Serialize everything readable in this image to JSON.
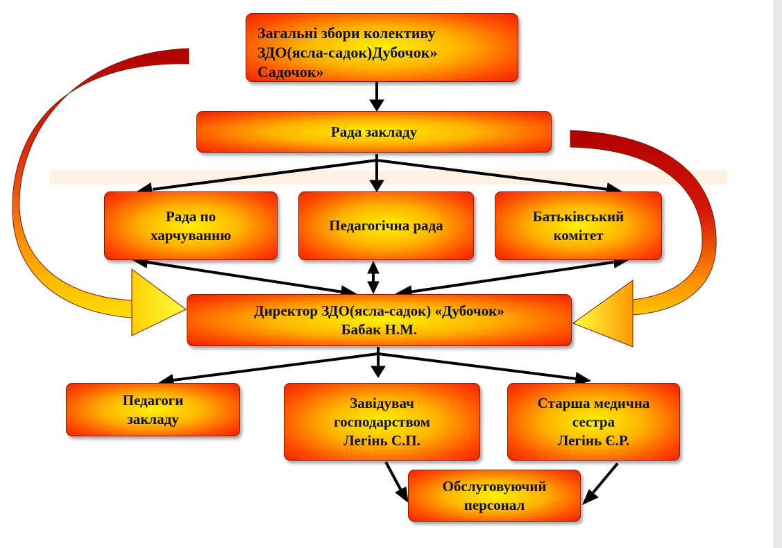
{
  "nodes": {
    "general_meeting": "Загальні  збори колективу\nЗДО(ясла-садок)Дубочок»\nСадочок»",
    "institution_council": "Рада закладу",
    "nutrition_council": "Рада по\nхарчуванню",
    "pedagogical_council": "Педагогічна рада",
    "parents_committee": "Батьківський\nкомітет",
    "director": "Директор ЗДО(ясла-садок) «Дубочок»\nБабак Н.М.",
    "teachers": "Педагоги\nзакладу",
    "household_manager": "Завідувач\nгосподарством\nЛегінь С.П.",
    "senior_nurse": "Старша медична\nсестра\nЛегінь Є.Р.",
    "service_staff": "Обслуговуючий\nперсонал"
  },
  "colors": {
    "box_center": "#fff200",
    "box_edge": "#e81000",
    "arrow": "#000000",
    "side_arrow_dark": "#c00000",
    "side_arrow_light": "#ffe000"
  }
}
